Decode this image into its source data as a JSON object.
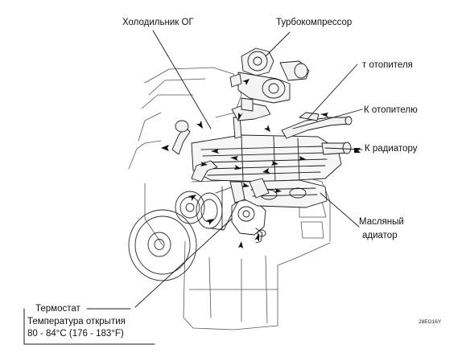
{
  "labels": {
    "egr_cooler": "Холодильник ОГ",
    "turbocharger": "Турбокомпрессор",
    "from_heater": "т отопителя",
    "to_heater": "К отопителю",
    "to_radiator": "К радиатору",
    "oil_cooler_line1": "Масляный",
    "oil_cooler_line2": "адиатор",
    "thermostat_title": "Термостат",
    "thermostat_temp_label": "Температура открытия",
    "thermostat_temp_value": "80 - 84°C (176 - 183°F)"
  },
  "figure_code": "28EG16Y",
  "colors": {
    "line": "#1a1a1a",
    "pipe_fill": "#f2f2f2",
    "background": "#ffffff"
  }
}
